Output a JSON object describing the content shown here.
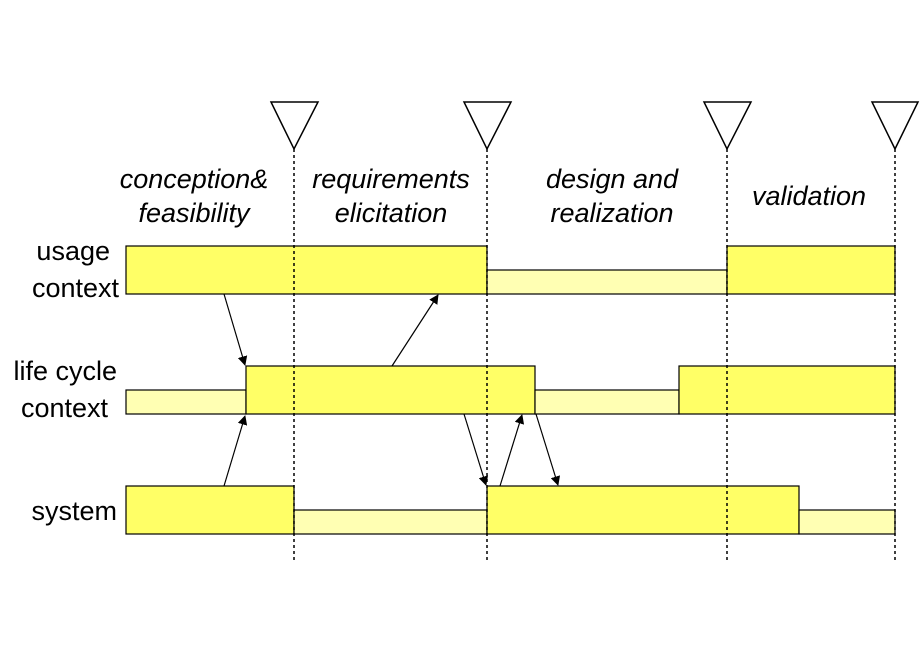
{
  "colors": {
    "bar_strong": "#ffff66",
    "bar_weak": "#ffffb3",
    "stroke": "#000000",
    "background": "#ffffff"
  },
  "phases": [
    {
      "line1": "conception&",
      "line2": "feasibility"
    },
    {
      "line1": "requirements",
      "line2": "elicitation"
    },
    {
      "line1": "design and",
      "line2": "realization"
    },
    {
      "line1": "validation",
      "line2": ""
    }
  ],
  "rows": [
    {
      "line1": "usage",
      "line2": "context"
    },
    {
      "line1": "life cycle",
      "line2": "context"
    },
    {
      "line1": "system",
      "line2": ""
    }
  ],
  "milestone_icon": "down-triangle-icon"
}
